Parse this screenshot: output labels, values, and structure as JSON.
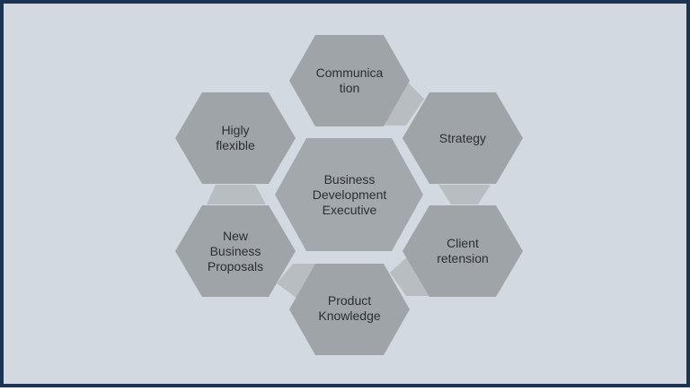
{
  "diagram": {
    "center": {
      "lines": [
        "Business",
        "Development",
        "Executive"
      ]
    },
    "nodes": [
      {
        "id": "communication",
        "lines": [
          "Communica",
          "tion"
        ]
      },
      {
        "id": "strategy",
        "lines": [
          "Strategy"
        ]
      },
      {
        "id": "client-retension",
        "lines": [
          "Client",
          "retension"
        ]
      },
      {
        "id": "product-knowledge",
        "lines": [
          "Product",
          "Knowledge"
        ]
      },
      {
        "id": "new-business-proposals",
        "lines": [
          "New",
          "Business",
          "Proposals"
        ]
      },
      {
        "id": "higly-flexible",
        "lines": [
          "Higly",
          "flexible"
        ]
      }
    ],
    "colors": {
      "background": "#d3d9e0",
      "border": "#1d3354",
      "hexagon": "#9fa4a8",
      "center_hexagon": "#a3a8ac",
      "connector": "#b8bdc2",
      "text": "#2b2f33"
    }
  }
}
